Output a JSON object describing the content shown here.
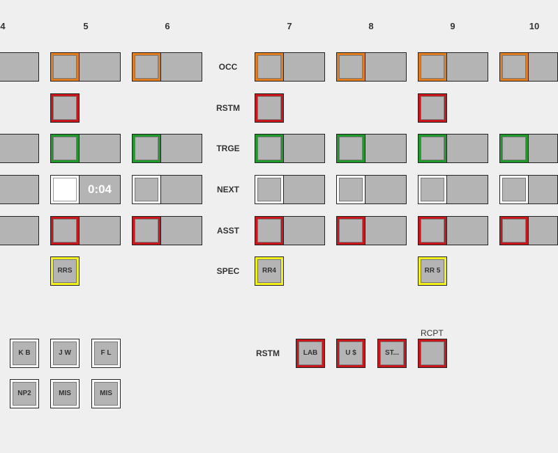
{
  "columns": [
    "4",
    "5",
    "6",
    "7",
    "8",
    "9",
    "10"
  ],
  "row_labels": {
    "occ": "OCC",
    "rstm": "RSTM",
    "trge": "TRGE",
    "next": "NEXT",
    "asst": "ASST",
    "spec": "SPEC"
  },
  "timer": "0:04",
  "spec_tiles": {
    "col5": "RRS",
    "col7": "RR4",
    "col9": "RR 5"
  },
  "left_tiles": [
    "K B",
    "J W",
    "F L",
    "NP2",
    "MIS",
    "MIS"
  ],
  "bottom": {
    "rstm_label": "RSTM",
    "rcpt_label": "RCPT",
    "tiles": [
      "LAB",
      "U $",
      "ST..."
    ]
  },
  "colors": {
    "occupied": "#e07c1c",
    "alert": "#c8161d",
    "triage": "#1f9a2a",
    "next": "#ffffff",
    "special": "#f3f01c",
    "background": "#efefef"
  }
}
